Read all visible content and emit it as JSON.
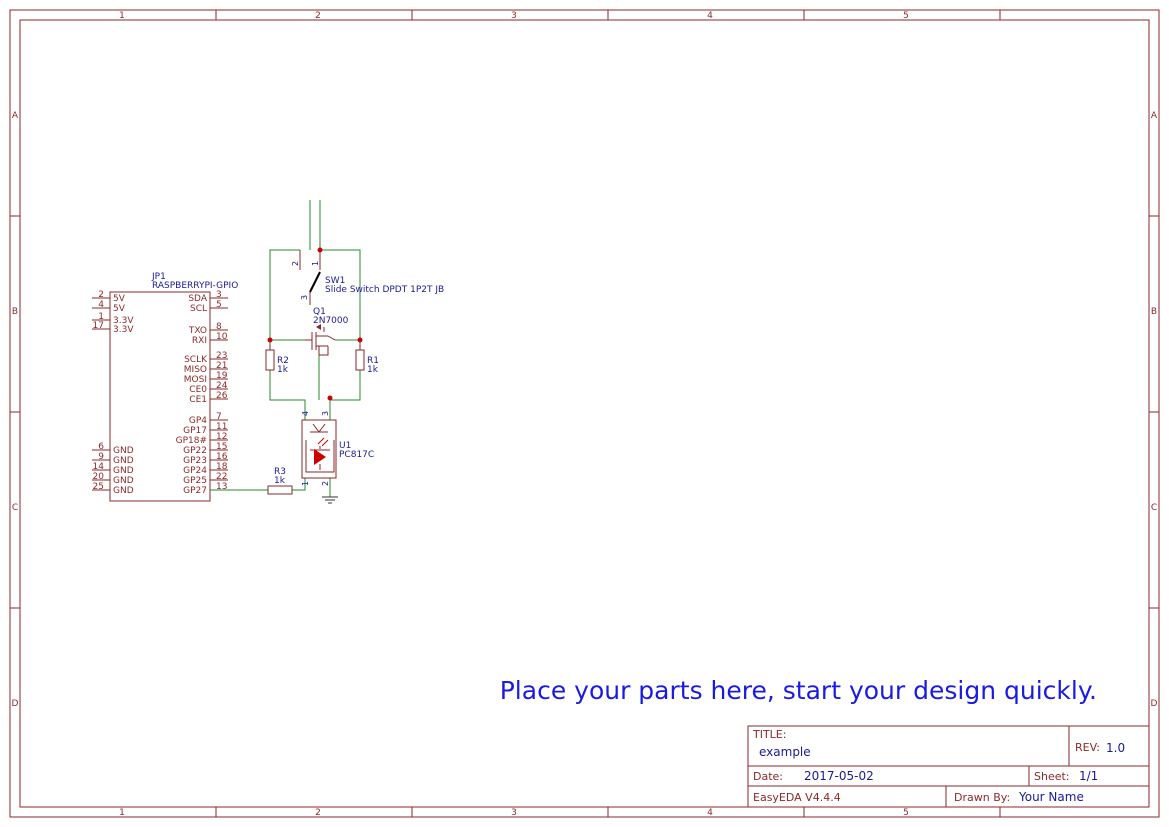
{
  "frame": {
    "columns": [
      "1",
      "2",
      "3",
      "4",
      "5"
    ],
    "rows": [
      "A",
      "B",
      "C",
      "D"
    ]
  },
  "placeholder_text": "Place your parts here, start your design quickly.",
  "jp1": {
    "ref": "JP1",
    "value": "RASPBERRYPI-GPIO",
    "left_pins": [
      {
        "num": "2",
        "name": "5V"
      },
      {
        "num": "4",
        "name": "5V"
      },
      {
        "num": "1",
        "name": "3.3V"
      },
      {
        "num": "17",
        "name": "3.3V"
      },
      {
        "num": "6",
        "name": "GND"
      },
      {
        "num": "9",
        "name": "GND"
      },
      {
        "num": "14",
        "name": "GND"
      },
      {
        "num": "20",
        "name": "GND"
      },
      {
        "num": "25",
        "name": "GND"
      }
    ],
    "right_pins": [
      {
        "num": "3",
        "name": "SDA"
      },
      {
        "num": "5",
        "name": "SCL"
      },
      {
        "num": "8",
        "name": "TXO"
      },
      {
        "num": "10",
        "name": "RXI"
      },
      {
        "num": "23",
        "name": "SCLK"
      },
      {
        "num": "21",
        "name": "MISO"
      },
      {
        "num": "19",
        "name": "MOSI"
      },
      {
        "num": "24",
        "name": "CE0"
      },
      {
        "num": "26",
        "name": "CE1"
      },
      {
        "num": "7",
        "name": "GP4"
      },
      {
        "num": "11",
        "name": "GP17"
      },
      {
        "num": "12",
        "name": "GP18#"
      },
      {
        "num": "15",
        "name": "GP22"
      },
      {
        "num": "16",
        "name": "GP23"
      },
      {
        "num": "18",
        "name": "GP24"
      },
      {
        "num": "22",
        "name": "GP25"
      },
      {
        "num": "13",
        "name": "GP27"
      }
    ]
  },
  "sw1": {
    "ref": "SW1",
    "value": "Slide Switch DPDT 1P2T JB",
    "pin1": "1",
    "pin2": "2",
    "pin3": "3"
  },
  "q1": {
    "ref": "Q1",
    "value": "2N7000"
  },
  "r1": {
    "ref": "R1",
    "value": "1k"
  },
  "r2": {
    "ref": "R2",
    "value": "1k"
  },
  "r3": {
    "ref": "R3",
    "value": "1k"
  },
  "u1": {
    "ref": "U1",
    "value": "PC817C",
    "pin1": "1",
    "pin2": "2",
    "pin3": "3",
    "pin4": "4"
  },
  "title_block": {
    "title_label": "TITLE:",
    "title": "example",
    "rev_label": "REV:",
    "rev": "1.0",
    "date_label": "Date:",
    "date": "2017-05-02",
    "sheet_label": "Sheet:",
    "sheet": "1/1",
    "software": "EasyEDA V4.4.4",
    "drawn_by_label": "Drawn By:",
    "drawn_by": "Your Name"
  },
  "colors": {
    "frame": "#8a2a2a",
    "wire": "#2a8a2a",
    "label": "#1a1a9a",
    "placeholder": "#1a1ae6",
    "junction": "#cc0000"
  }
}
